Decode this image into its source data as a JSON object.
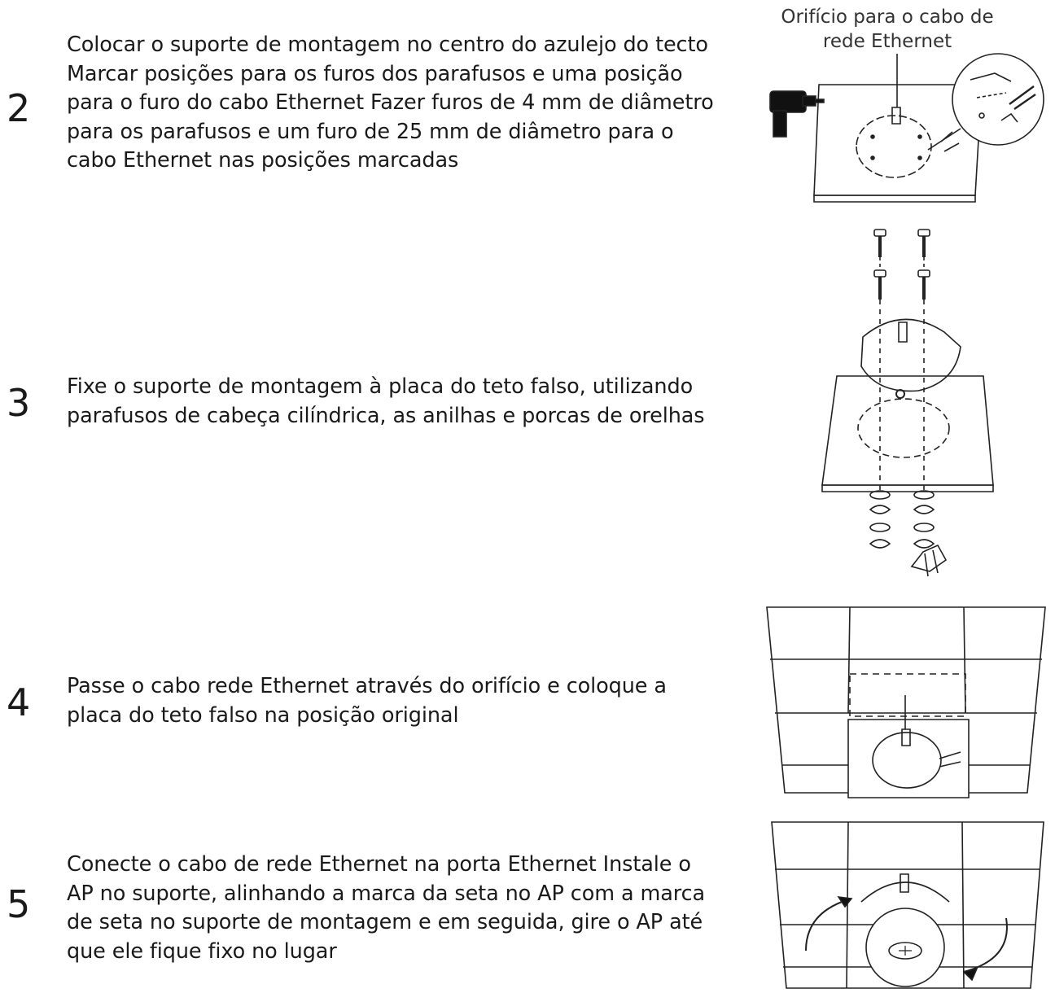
{
  "steps": [
    {
      "number": "2",
      "text": "Colocar o suporte de montagem no centro do azulejo do tecto\nMarcar posições para os furos dos parafusos e uma posição\npara o furo do cabo Ethernet     Fazer furos de 4 mm de diâmetro\npara os parafusos e um furo de 25 mm de diâmetro para o\ncabo Ethernet nas posições marcadas"
    },
    {
      "number": "3",
      "text": "Fixe o suporte de montagem à placa do teto falso, utilizando\nparafusos de cabeça cilíndrica, as anilhas e porcas de orelhas"
    },
    {
      "number": "4",
      "text": "Passe o cabo rede Ethernet através do orifício e coloque a\nplaca do teto falso na posição original"
    },
    {
      "number": "5",
      "text": "Conecte o cabo de rede Ethernet na porta Ethernet     Instale o\nAP no suporte, alinhando a marca da seta no AP com a marca\nde seta no suporte de montagem e em seguida, gire o AP  até\nque ele fique fixo no lugar"
    }
  ],
  "callout": "Orifício para o cabo de\nrede Ethernet"
}
